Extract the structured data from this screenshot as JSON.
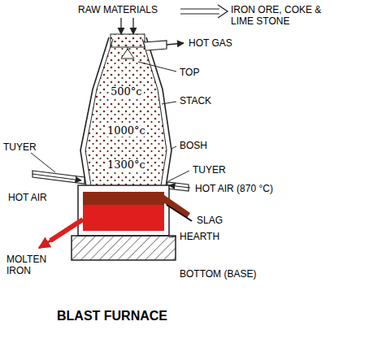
{
  "diagram": {
    "caption": "BLAST FURNACE",
    "labels": [
      "RAW MATERIALS",
      "IRON ORE, COKE & LIME STONE",
      "HOT GAS",
      "TOP",
      "500°c",
      "STACK",
      "1000°c",
      "BOSH",
      "TUYER",
      "TUYER",
      "1300°c",
      "HOT AIR (870 °C)",
      "HOT AIR",
      "SLAG",
      "HEARTH",
      "MOLTEN IRON",
      "BOTTOM (BASE)"
    ]
  }
}
